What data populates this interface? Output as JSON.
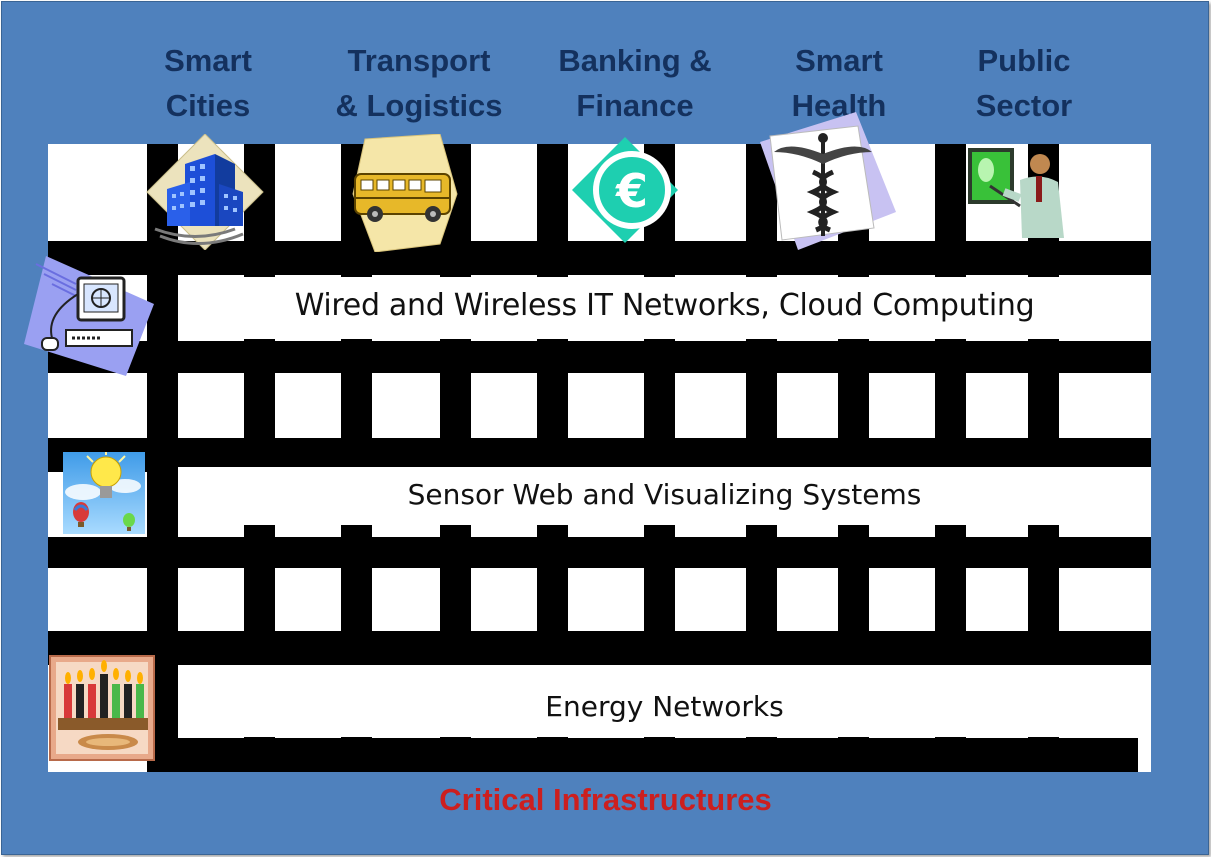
{
  "sectors": [
    {
      "line1": "Smart",
      "line2": "Cities",
      "icon": "office-buildings-icon"
    },
    {
      "line1": "Transport",
      "line2": "& Logistics",
      "icon": "school-bus-icon"
    },
    {
      "line1": "Banking  &",
      "line2": "Finance",
      "icon": "euro-icon"
    },
    {
      "line1": "Smart",
      "line2": "Health",
      "icon": "caduceus-icon"
    },
    {
      "line1": "Public",
      "line2": "Sector",
      "icon": "presenter-icon"
    }
  ],
  "layers": [
    {
      "label": "Wired and Wireless IT Networks, Cloud Computing",
      "icon": "computer-network-icon"
    },
    {
      "label": "Sensor Web and Visualizing Systems",
      "icon": "lightbulb-balloons-icon"
    },
    {
      "label": "Energy Networks",
      "icon": "candles-icon"
    }
  ],
  "footer": {
    "title": "Critical Infrastructures"
  },
  "colors": {
    "frame": "#4f81bd",
    "heading": "#14315e",
    "footer": "#cc1f1f",
    "grid": "#000000"
  }
}
